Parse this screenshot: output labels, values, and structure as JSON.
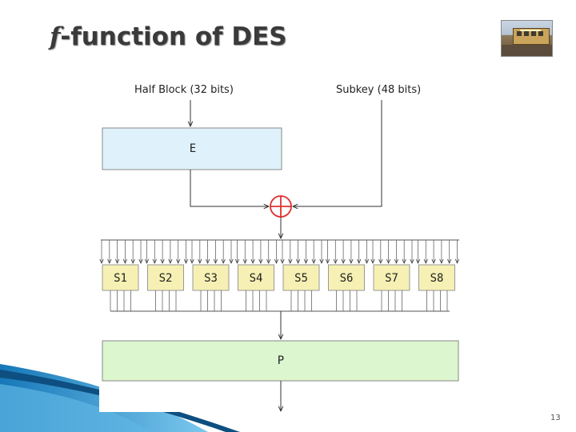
{
  "slide": {
    "title_prefix": "f",
    "title_rest": "-function of DES",
    "page_number": "13"
  },
  "diagram": {
    "half_block_label": "Half Block (32 bits)",
    "subkey_label": "Subkey (48 bits)",
    "expansion_label": "E",
    "permutation_label": "P",
    "sboxes": [
      "S1",
      "S2",
      "S3",
      "S4",
      "S5",
      "S6",
      "S7",
      "S8"
    ]
  },
  "colors": {
    "expansion_fill": "#dff2fb",
    "sbox_fill": "#f6f0b4",
    "permutation_fill": "#dcf6d0",
    "xor_stroke": "#e03030",
    "accent_blue": "#1e88c8"
  }
}
